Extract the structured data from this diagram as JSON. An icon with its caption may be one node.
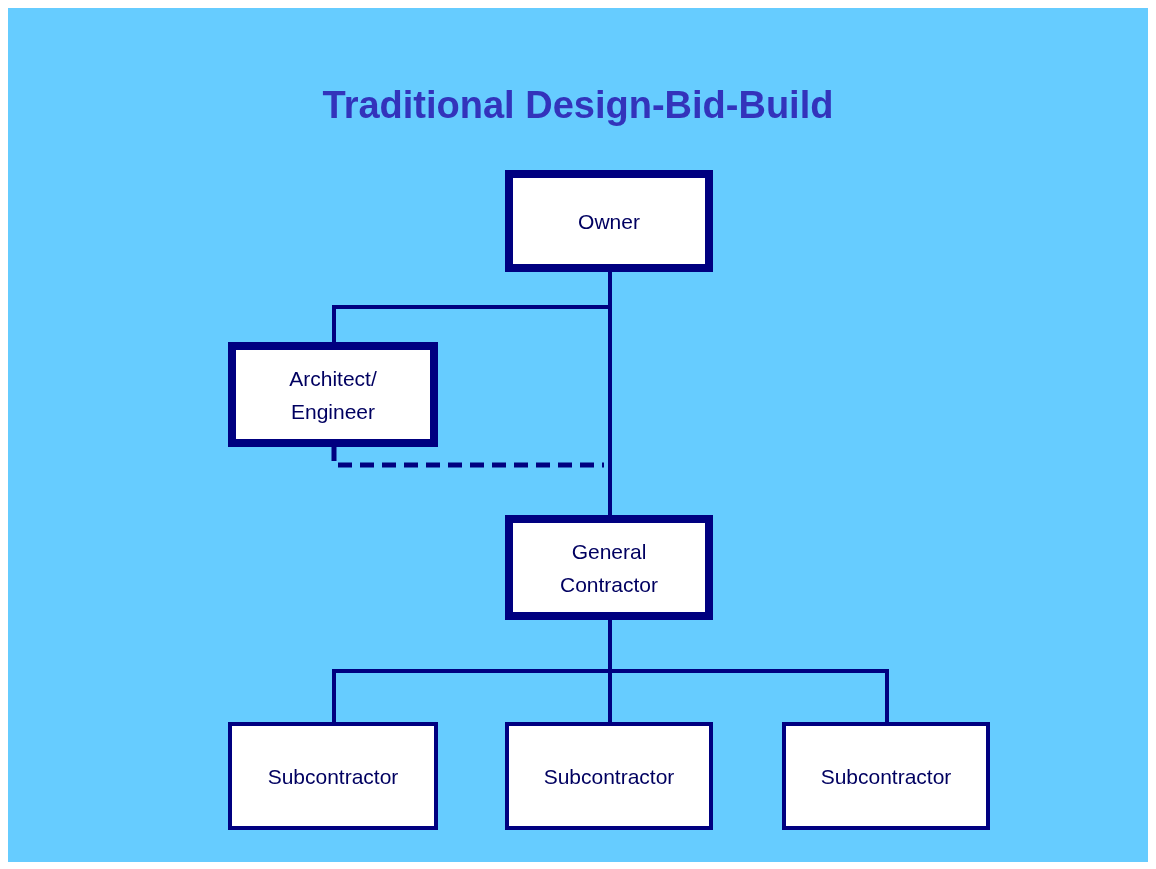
{
  "diagram": {
    "title": "Traditional Design-Bid-Build",
    "nodes": [
      {
        "text": [
          "Owner"
        ]
      },
      {
        "text": [
          "Architect/ Engineer"
        ]
      },
      {
        "text": [
          "General Contractor"
        ]
      },
      {
        "text": [
          "Subcontractor"
        ]
      },
      {
        "text": [
          "Subcontractor"
        ]
      },
      {
        "text": [
          "Subcontractor"
        ]
      }
    ],
    "edges": [
      {
        "from": 0,
        "to": 1,
        "arrow": "none"
      },
      {
        "from": 0,
        "to": 2,
        "arrow": "none"
      },
      {
        "from": 1,
        "to": 2,
        "arrow": "none",
        "style": "dashed"
      },
      {
        "from": 2,
        "to": 3,
        "arrow": "none"
      },
      {
        "from": 2,
        "to": 4,
        "arrow": "none"
      },
      {
        "from": 2,
        "to": 5,
        "arrow": "none"
      }
    ]
  }
}
